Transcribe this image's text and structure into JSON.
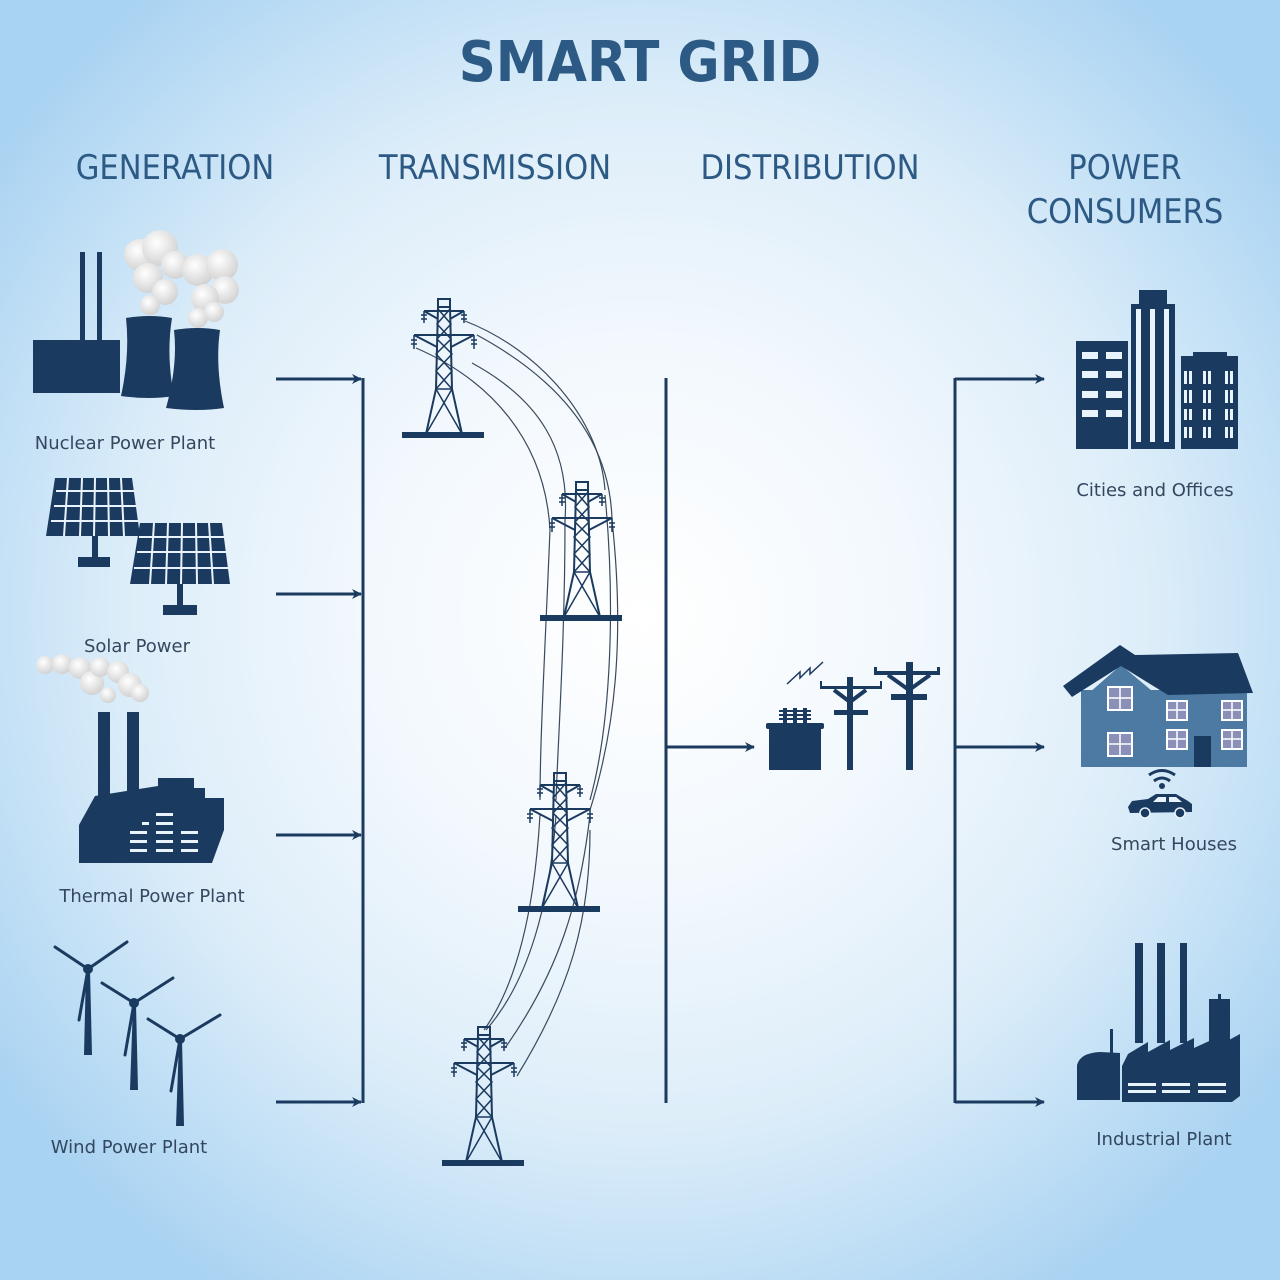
{
  "title": "SMART GRID",
  "columns": {
    "generation": "GENERATION",
    "transmission": "TRANSMISSION",
    "distribution": "DISTRIBUTION",
    "consumers_line1": "POWER",
    "consumers_line2": "CONSUMERS"
  },
  "generation": [
    {
      "label": "Nuclear Power Plant",
      "icon": "nuclear-plant-icon"
    },
    {
      "label": "Solar Power",
      "icon": "solar-panel-icon"
    },
    {
      "label": "Thermal Power Plant",
      "icon": "thermal-plant-icon"
    },
    {
      "label": "Wind Power Plant",
      "icon": "wind-turbine-icon"
    }
  ],
  "transmission": {
    "towers": 4,
    "icon": "transmission-tower-icon"
  },
  "distribution": {
    "icon": "transformer-and-poles-icon"
  },
  "consumers": [
    {
      "label": "Cities and Offices",
      "icon": "city-buildings-icon"
    },
    {
      "label": "Smart Houses",
      "icon": "smart-house-icon"
    },
    {
      "label": "Industrial Plant",
      "icon": "industrial-plant-icon"
    }
  ],
  "colors": {
    "primary": "#1b3a5f",
    "heading": "#2c5a84",
    "house_wall": "#4d7aa3",
    "smoke": "#e8e8e8"
  }
}
